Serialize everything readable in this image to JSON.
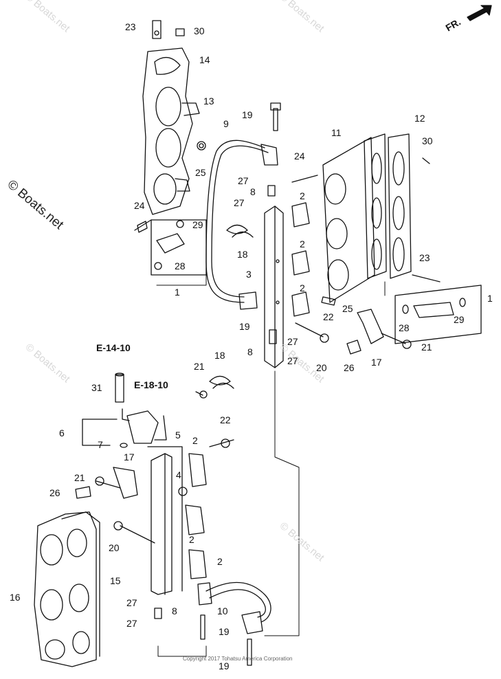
{
  "watermark": {
    "side_text": "© Boats.net",
    "faint_text": "© Boats.net"
  },
  "direction": {
    "label": "FR."
  },
  "references": {
    "ref_e14": "E-14-10",
    "ref_e18": "E-18-10"
  },
  "copyright": "Copyright 2017 Tohatsu America Corporation",
  "callouts": [
    "23",
    "30",
    "14",
    "13",
    "25",
    "24",
    "29",
    "28",
    "1",
    "19",
    "9",
    "27",
    "8",
    "27",
    "18",
    "3",
    "11",
    "12",
    "30",
    "24",
    "2",
    "2",
    "2",
    "23",
    "1",
    "28",
    "29",
    "22",
    "25",
    "21",
    "17",
    "26",
    "20",
    "19",
    "27",
    "8",
    "27",
    "31",
    "18",
    "21",
    "6",
    "7",
    "5",
    "22",
    "2",
    "17",
    "21",
    "4",
    "26",
    "2",
    "20",
    "2",
    "15",
    "16",
    "27",
    "8",
    "27",
    "10",
    "19",
    "19"
  ],
  "colors": {
    "line": "#111111",
    "watermark": "#d8d8d8",
    "background": "#ffffff"
  }
}
